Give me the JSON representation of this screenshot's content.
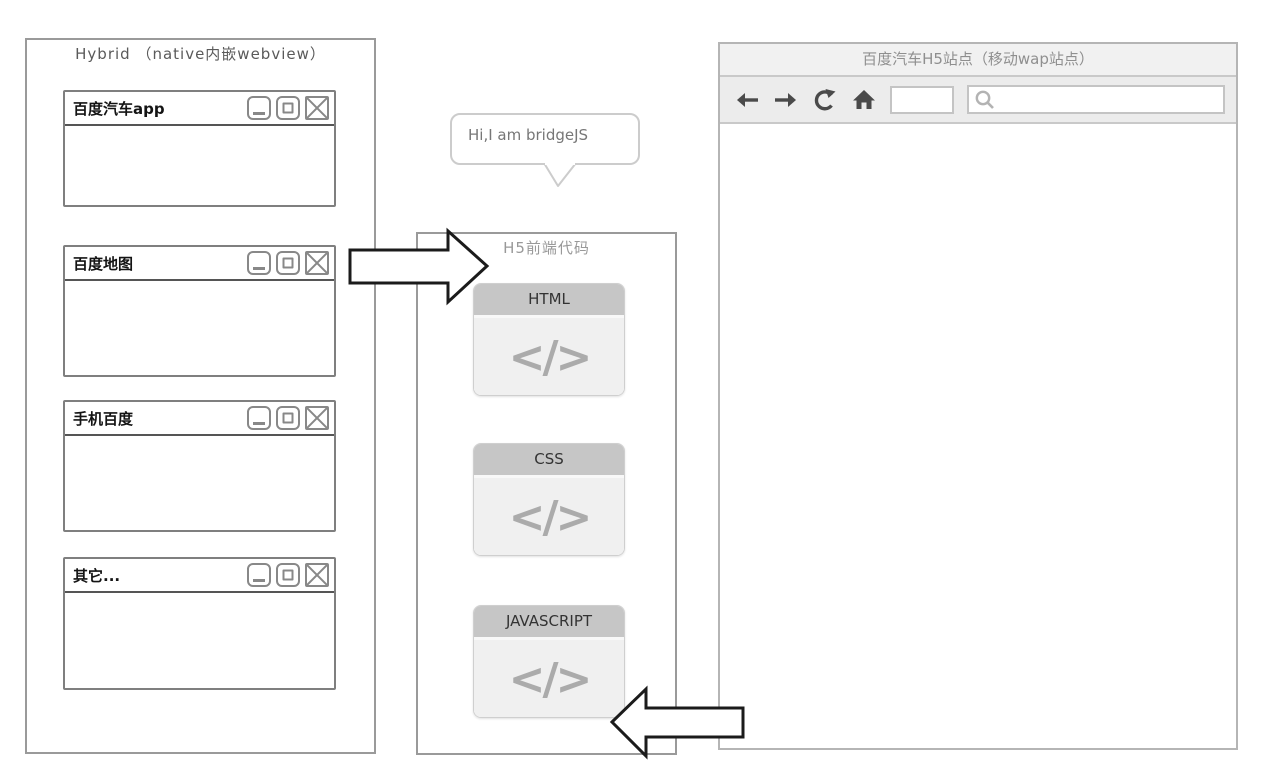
{
  "left_panel": {
    "title": "Hybrid （native内嵌webview）",
    "windows": [
      {
        "title": "百度汽车app"
      },
      {
        "title": "百度地图"
      },
      {
        "title": "手机百度"
      },
      {
        "title": "其它..."
      }
    ]
  },
  "speech_bubble": {
    "text": "Hi,I am bridgeJS"
  },
  "middle_panel": {
    "title": "H5前端代码",
    "blocks": [
      {
        "label": "HTML",
        "icon": "</>"
      },
      {
        "label": "CSS",
        "icon": "</>"
      },
      {
        "label": "JAVASCRIPT",
        "icon": "</>"
      }
    ]
  },
  "right_panel": {
    "title": "百度汽车H5站点（移动wap站点）",
    "toolbar": {
      "address_value": "",
      "address_placeholder": "",
      "search_value": "",
      "search_placeholder": ""
    }
  },
  "colors": {
    "panel_border": "#9a9a9a",
    "window_border": "#7f7f7f",
    "block_header_bg": "#c6c6c6",
    "block_body_bg": "#f0f0f0",
    "browser_titlebar_bg": "#f1f1f1",
    "browser_toolbar_bg": "#ececec",
    "arrow_outline": "#1b1b1b",
    "nav_icon_color": "#4a4a4a"
  }
}
